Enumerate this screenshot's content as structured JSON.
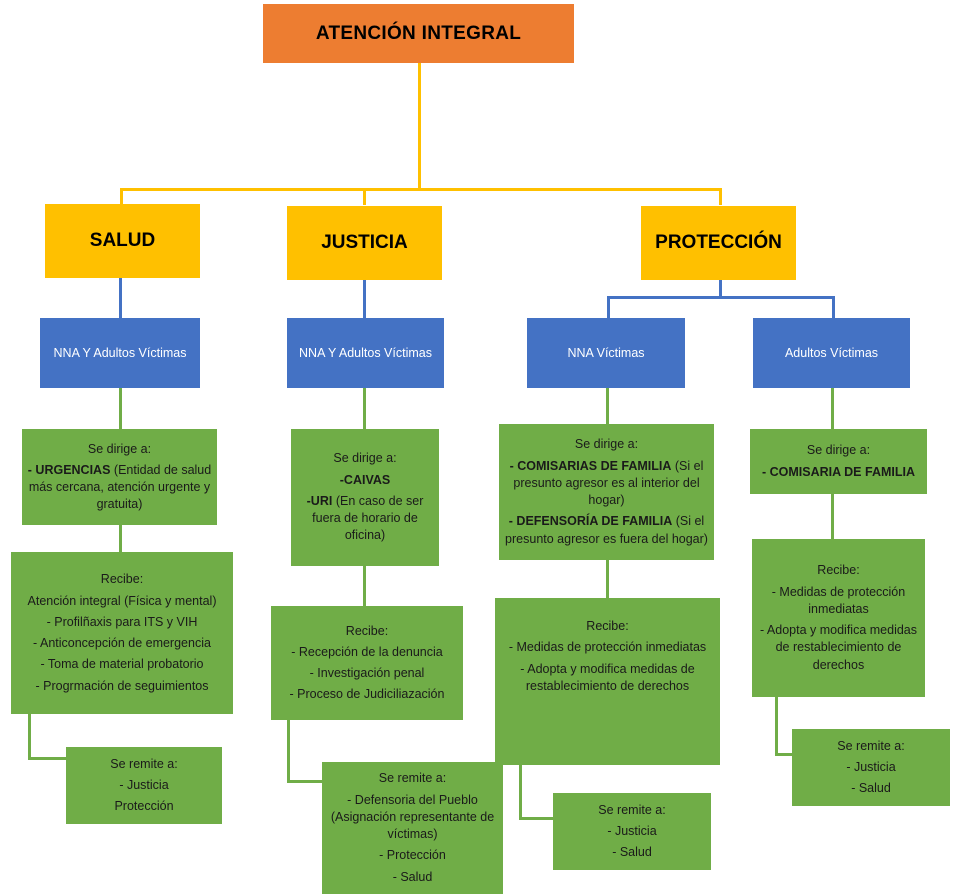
{
  "diagram": {
    "title": "ATENCIÓN INTEGRAL",
    "colors": {
      "root": "#ED7D31",
      "category": "#FFC000",
      "population": "#4472C4",
      "action": "#70AD47",
      "connector_orange": "#FFC000",
      "connector_blue": "#4472C4",
      "connector_green": "#70AD47",
      "background": "#FFFFFF"
    },
    "root": {
      "label": "ATENCIÓN INTEGRAL"
    },
    "categories": [
      {
        "id": "salud",
        "label": "SALUD"
      },
      {
        "id": "justicia",
        "label": "JUSTICIA"
      },
      {
        "id": "proteccion",
        "label": "PROTECCIÓN"
      }
    ],
    "populations": [
      {
        "id": "salud-pop",
        "label": "NNA Y Adultos Víctimas"
      },
      {
        "id": "justicia-pop",
        "label": "NNA Y Adultos Víctimas"
      },
      {
        "id": "proteccion-nna",
        "label": "NNA Víctimas"
      },
      {
        "id": "proteccion-adultos",
        "label": "Adultos Víctimas"
      }
    ],
    "salud": {
      "dirige": {
        "heading": "Se dirige a:",
        "lines": [
          {
            "bold": "- URGENCIAS",
            "rest": " (Entidad de salud más cercana, atención urgente y gratuita)"
          }
        ]
      },
      "recibe": {
        "heading": "Recibe:",
        "lines": [
          "Atención integral (Física y mental)",
          "- Profilñaxis para ITS y VIH",
          "-  Anticoncepción de emergencia",
          "- Toma de material probatorio",
          "- Progrmación de seguimientos"
        ]
      },
      "remite": {
        "heading": "Se remite a:",
        "lines": [
          "- Justicia",
          "Protección"
        ]
      }
    },
    "justicia": {
      "dirige": {
        "heading": "Se dirige a:",
        "lines": [
          {
            "bold": "-CAIVAS",
            "rest": ""
          },
          {
            "bold": "-URI",
            "rest": " (En caso de ser fuera de horario de oficina)"
          }
        ]
      },
      "recibe": {
        "heading": "Recibe:",
        "lines": [
          "- Recepción de la denuncia",
          "- Investigación penal",
          "- Proceso de Judiciliazación"
        ]
      },
      "remite": {
        "heading": "Se remite a:",
        "lines": [
          "- Defensoria del Pueblo (Asignación representante de víctimas)",
          "- Protección",
          "- Salud"
        ]
      }
    },
    "proteccion_nna": {
      "dirige": {
        "heading": "Se dirige a:",
        "lines": [
          {
            "bold": "- COMISARIAS DE FAMILIA",
            "rest": " (Si el presunto agresor es al interior del hogar)"
          },
          {
            "bold": "- DEFENSORÍA DE FAMILIA",
            "rest": " (Si el presunto agresor es fuera del hogar)"
          }
        ]
      },
      "recibe": {
        "heading": "Recibe:",
        "lines": [
          "- Medidas de protección inmediatas",
          "- Adopta y modifica medidas de restablecimiento de derechos"
        ]
      },
      "remite": {
        "heading": "Se remite a:",
        "lines": [
          "- Justicia",
          "- Salud"
        ]
      }
    },
    "proteccion_adultos": {
      "dirige": {
        "heading": "Se dirige a:",
        "lines": [
          {
            "bold": "- COMISARIA DE FAMILIA",
            "rest": ""
          }
        ]
      },
      "recibe": {
        "heading": "Recibe:",
        "lines": [
          "- Medidas de protección inmediatas",
          "- Adopta y modifica medidas de restablecimiento de derechos"
        ]
      },
      "remite": {
        "heading": "Se remite a:",
        "lines": [
          "- Justicia",
          "- Salud"
        ]
      }
    }
  }
}
